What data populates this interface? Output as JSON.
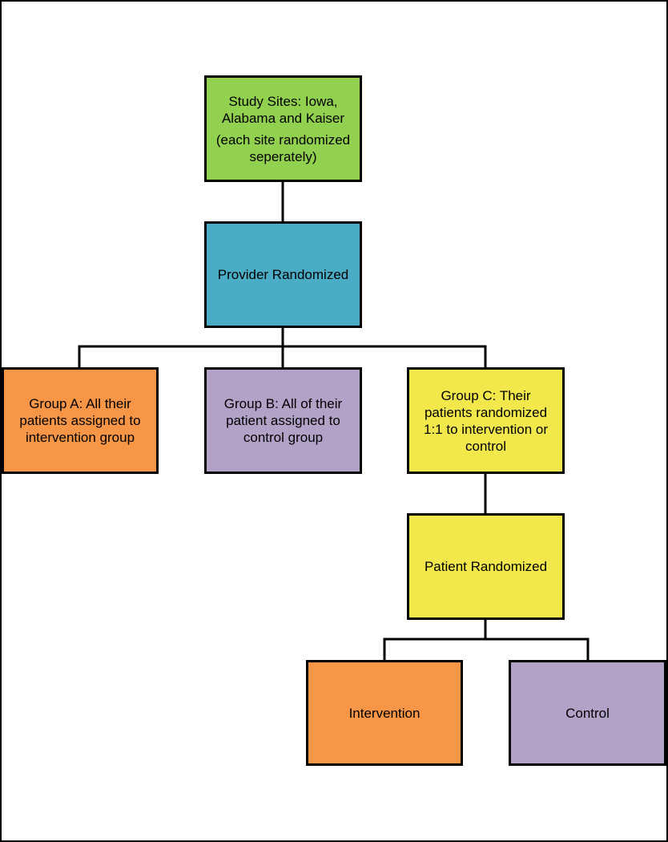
{
  "colors": {
    "green": "#92d050",
    "blue": "#4bacc6",
    "orange": "#f79646",
    "purple": "#b2a2c7",
    "yellow": "#f2e84c",
    "line": "#000000"
  },
  "nodes": {
    "study_sites": {
      "line1": "Study Sites: Iowa,",
      "line2": "Alabama and Kaiser",
      "line3": "(each site randomized",
      "line4": "seperately)"
    },
    "provider_randomized": {
      "label": "Provider Randomized"
    },
    "group_a": {
      "line1": "Group A:  All their",
      "line2": "patients assigned to",
      "line3": "intervention group"
    },
    "group_b": {
      "line1": "Group B:  All of their",
      "line2": "patient assigned to",
      "line3": "control group"
    },
    "group_c": {
      "line1": "Group C:  Their",
      "line2": "patients randomized",
      "line3": "1:1 to intervention or",
      "line4": "control"
    },
    "patient_randomized": {
      "label": "Patient Randomized"
    },
    "intervention": {
      "label": "Intervention"
    },
    "control": {
      "label": "Control"
    }
  }
}
